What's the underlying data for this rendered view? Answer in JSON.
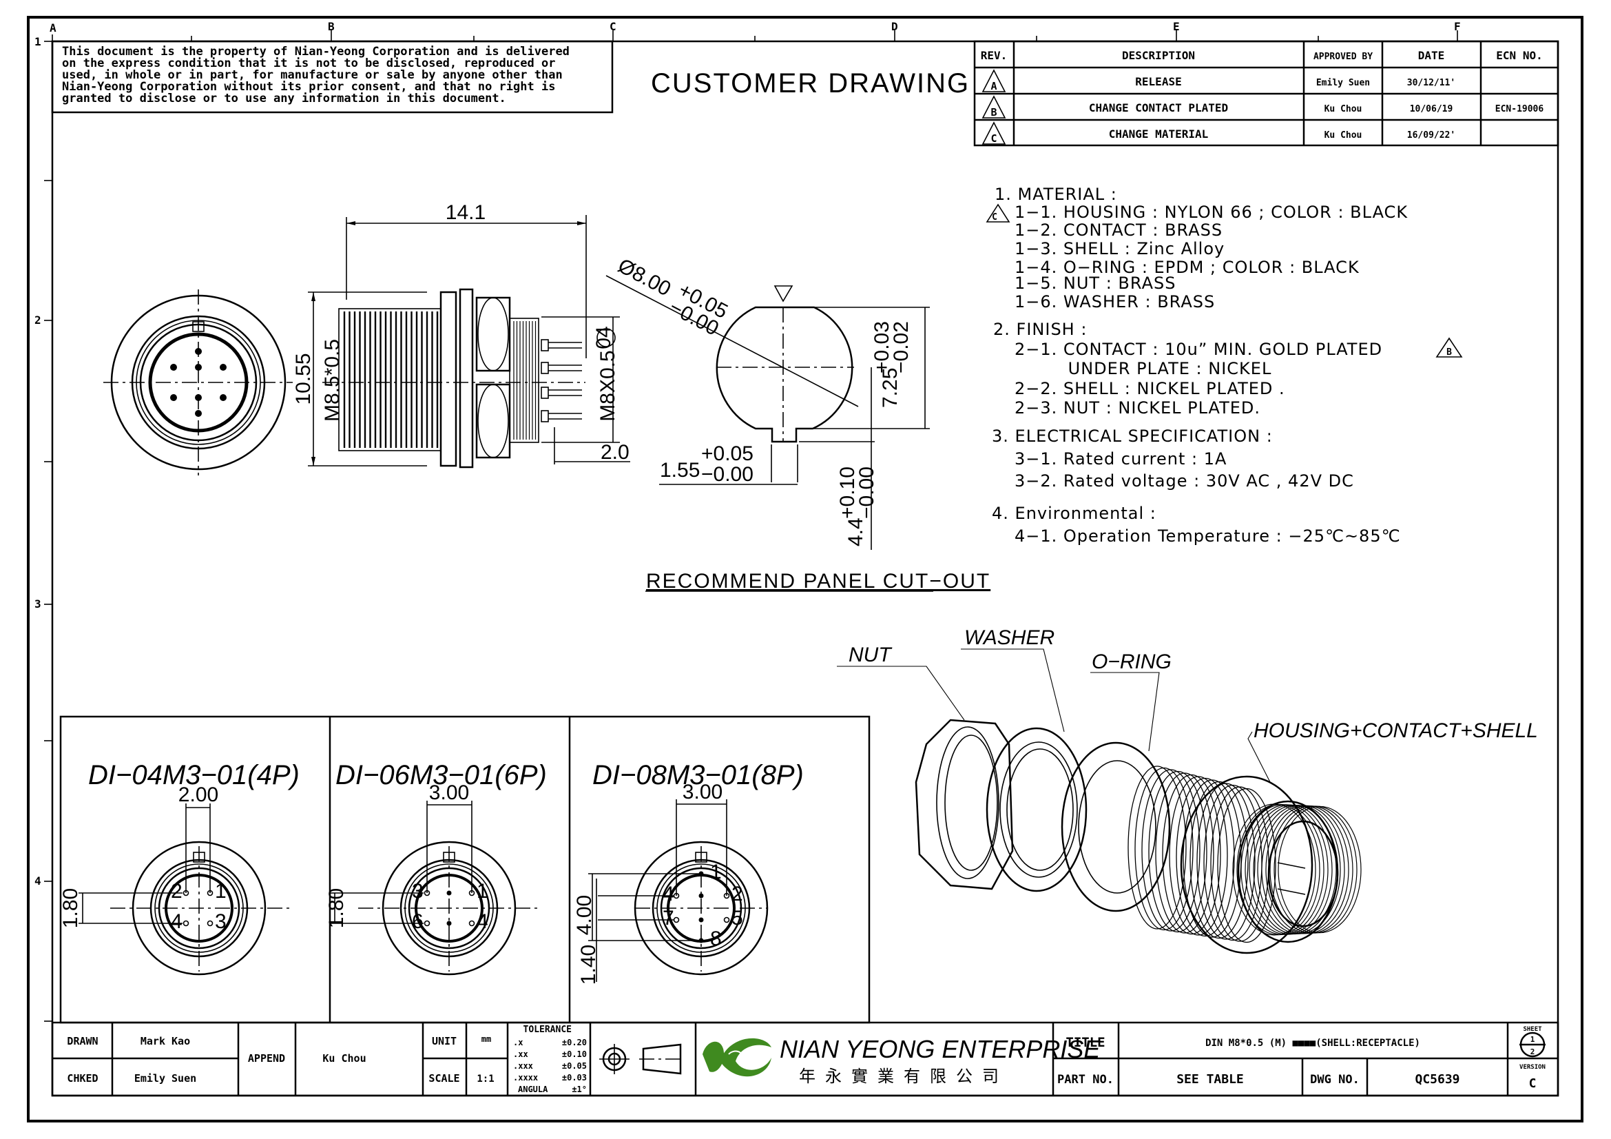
{
  "document": {
    "heading": "CUSTOMER DRAWING",
    "notice_lines": [
      "This document is the property of Nian-Yeong Corporation and is delivered",
      "on  the  express condition that it is not to be disclosed, reproduced or",
      "used, in whole or in part, for manufacture or sale by anyone other than",
      "Nian-Yeong Corporation without  its prior consent, and that  no right  is",
      "granted to disclose or to use any information in this  document."
    ],
    "grid": {
      "columns": [
        "A",
        "B",
        "C",
        "D",
        "E",
        "F"
      ],
      "rows": [
        "1",
        "2",
        "3",
        "4"
      ]
    }
  },
  "revision_table": {
    "headers": [
      "REV.",
      "DESCRIPTION",
      "APPROVED BY",
      "DATE",
      "ECN NO."
    ],
    "rows": [
      {
        "rev": "A",
        "description": "RELEASE",
        "approved_by": "Emily Suen",
        "date": "30/12/11'",
        "ecn": ""
      },
      {
        "rev": "B",
        "description": "CHANGE CONTACT PLATED",
        "approved_by": "Ku Chou",
        "date": "10/06/19",
        "ecn": "ECN-19006"
      },
      {
        "rev": "C",
        "description": "CHANGE MATERIAL",
        "approved_by": "Ku Chou",
        "date": "16/09/22'",
        "ecn": ""
      }
    ]
  },
  "notes": {
    "sections": [
      {
        "title": "1. MATERIAL :",
        "items": [
          {
            "text": "1−1. HOUSING : NYLON 66 ; COLOR : BLACK",
            "rev_mark": "C"
          },
          {
            "text": "1−2. CONTACT : BRASS"
          },
          {
            "text": "1−3. SHELL : Zinc Alloy"
          },
          {
            "text": "1−4. O−RING : EPDM ; COLOR : BLACK"
          },
          {
            "text": "1−5. NUT : BRASS"
          },
          {
            "text": "1−6. WASHER : BRASS"
          }
        ]
      },
      {
        "title": "2. FINISH :",
        "items": [
          {
            "text": "2−1. CONTACT : 10u” MIN. GOLD PLATED",
            "rev_mark": "B"
          },
          {
            "text": "         UNDER PLATE : NICKEL"
          },
          {
            "text": "2−2. SHELL : NICKEL PLATED ."
          },
          {
            "text": "2−3. NUT : NICKEL PLATED."
          }
        ]
      },
      {
        "title": "3. ELECTRICAL SPECIFICATION :",
        "items": [
          {
            "text": "3−1. Rated current : 1A"
          },
          {
            "text": "3−2. Rated voltage : 30V AC , 42V DC"
          }
        ]
      },
      {
        "title": "4. Environmental :",
        "items": [
          {
            "text": "4−1. Operation Temperature : −25℃~85℃"
          }
        ]
      }
    ]
  },
  "main_views": {
    "dim_overall_length": "14.1",
    "dim_flange_height": "10.55",
    "dim_thread": "M8.5*0.5",
    "dim_rear_thread": "M8X0.5",
    "dim_rear_pin_length": "2.0",
    "pin_count_badge": "04"
  },
  "panel_cutout": {
    "caption": "RECOMMEND PANEL CUT−OUT",
    "diameter": {
      "nominal": "Ø8.00",
      "upper": "+0.05",
      "lower": "−0.00"
    },
    "flat_height": {
      "nominal": "7.25",
      "upper": "+0.03",
      "lower": "−0.02"
    },
    "key_width": {
      "nominal": "1.55",
      "upper": "+0.05",
      "lower": "−0.00"
    },
    "key_depth": {
      "nominal": "4.4",
      "upper": "+0.10",
      "lower": "−0.00"
    }
  },
  "exploded_view": {
    "labels": [
      "NUT",
      "WASHER",
      "O−RING",
      "HOUSING+CONTACT+SHELL"
    ]
  },
  "variants": [
    {
      "part": "DI−04M3−01(4P)",
      "dim_h": "2.00",
      "dim_v": "1.80",
      "pins": [
        "1",
        "2",
        "3",
        "4"
      ]
    },
    {
      "part": "DI−06M3−01(6P)",
      "dim_h": "3.00",
      "dim_v": "1.80",
      "pins": [
        "1",
        "3",
        "4",
        "6"
      ]
    },
    {
      "part": "DI−08M3−01(8P)",
      "dim_h": "3.00",
      "dim_v": "4.00",
      "dim_v2": "1.40",
      "pins": [
        "1",
        "2",
        "4",
        "5",
        "7",
        "8"
      ]
    }
  ],
  "title_block": {
    "drawn_label": "DRAWN",
    "drawn_value": "Mark Kao",
    "checked_label": "CHKED",
    "checked_value": "Emily Suen",
    "append_label": "APPEND",
    "append_value": "Ku Chou",
    "unit_label": "UNIT",
    "unit_value": "mm",
    "scale_label": "SCALE",
    "scale_value": "1:1",
    "tolerance": {
      "title": "TOLERANCE",
      "rows": [
        {
          "k": ".x",
          "v": "±0.20"
        },
        {
          "k": ".xx",
          "v": "±0.10"
        },
        {
          "k": ".xxx",
          "v": "±0.05"
        },
        {
          "k": ".xxxx",
          "v": "±0.03"
        },
        {
          "k": "ANGULA",
          "v": "±1°"
        }
      ]
    },
    "company_name": "NIAN YEONG ENTERPRISE",
    "company_name_cn": "年永實業有限公司",
    "title_label": "TITLE",
    "title_value": "DIN M8*0.5 (M) ■■■■(SHELL:RECEPTACLE)",
    "part_no_label": "PART NO.",
    "part_no_value": "SEE TABLE",
    "dwg_no_label": "DWG NO.",
    "dwg_no_value": "QC5639",
    "sheet_label": "SHEET",
    "sheet_num": "1",
    "sheet_total": "2",
    "version_label": "VERSION",
    "version_value": "C",
    "logo_color": "#3f8a1f"
  }
}
